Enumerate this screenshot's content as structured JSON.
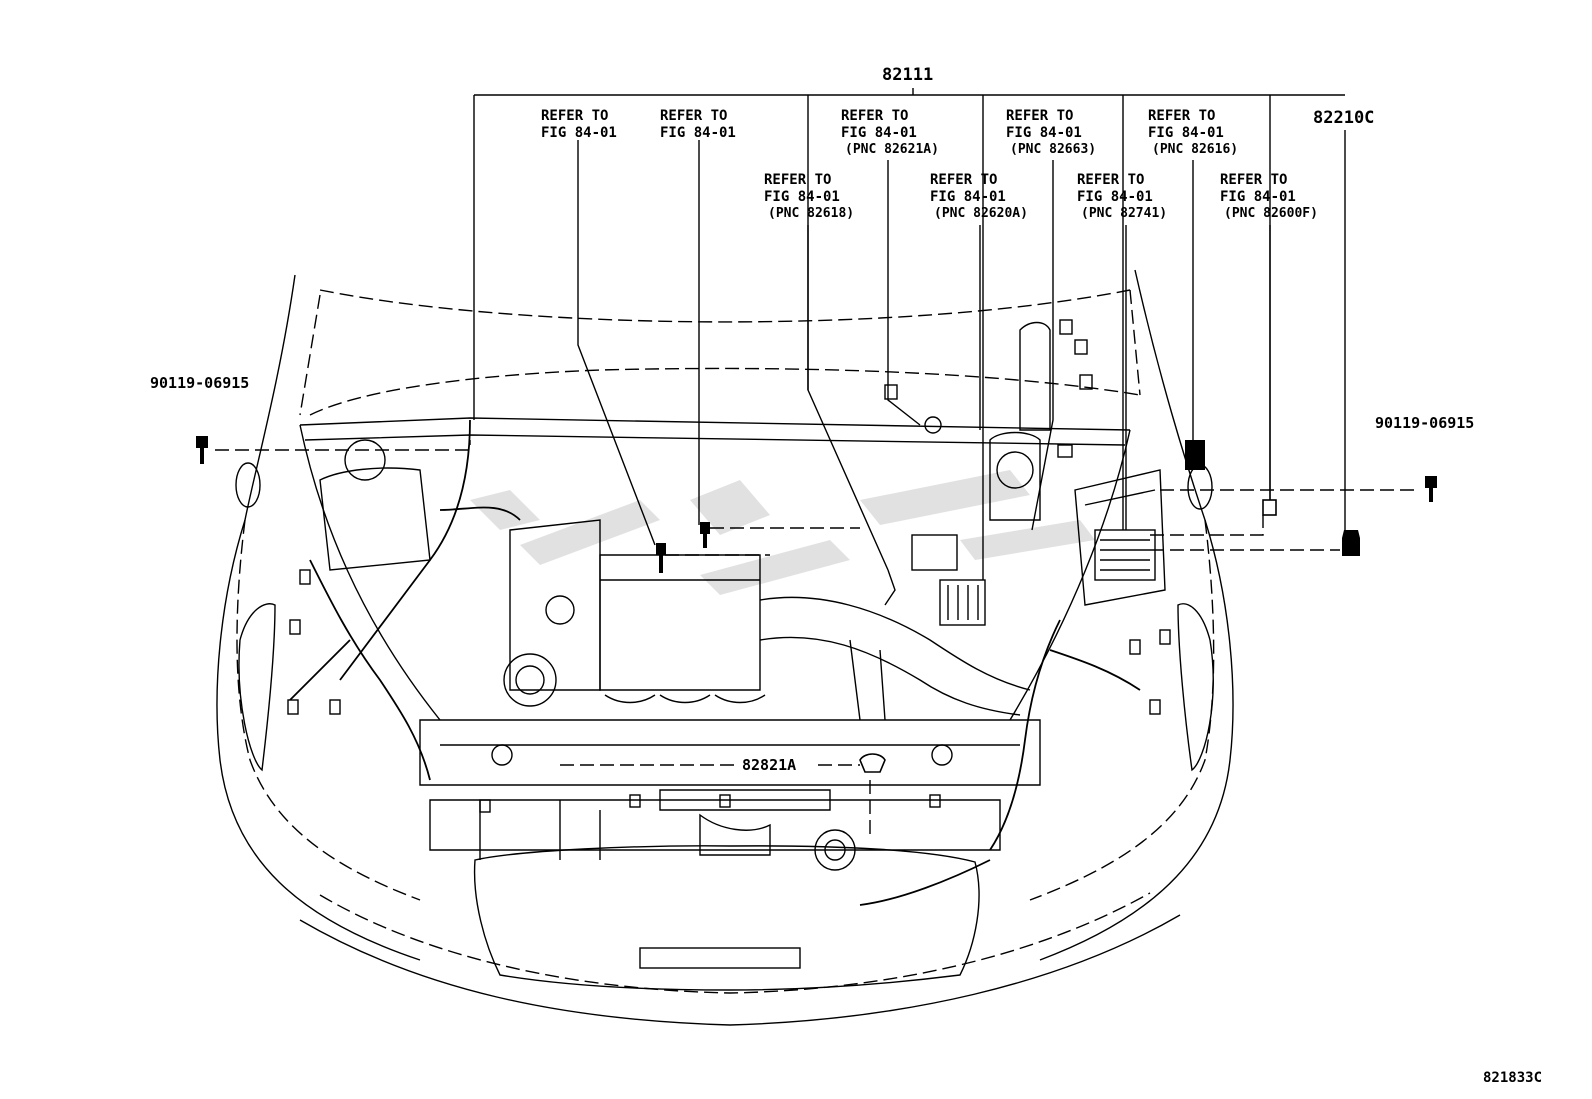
{
  "diagram": {
    "part_labels": {
      "harness_main": "82111",
      "harness_right": "82210C",
      "bolt_left": "90119-06915",
      "bolt_right": "90119-06915",
      "clamp_front": "82821A",
      "illustration_code": "821833C"
    },
    "refer_notes": [
      {
        "line1": "REFER TO",
        "line2": "FIG 84-01",
        "line3": ""
      },
      {
        "line1": "REFER TO",
        "line2": "FIG 84-01",
        "line3": ""
      },
      {
        "line1": "REFER TO",
        "line2": "FIG 84-01",
        "line3": "(PNC 82621A)"
      },
      {
        "line1": "REFER TO",
        "line2": "FIG 84-01",
        "line3": "(PNC 82663)"
      },
      {
        "line1": "REFER TO",
        "line2": "FIG 84-01",
        "line3": "(PNC 82616)"
      },
      {
        "line1": "REFER TO",
        "line2": "FIG 84-01",
        "line3": "(PNC 82618)"
      },
      {
        "line1": "REFER TO",
        "line2": "FIG 84-01",
        "line3": "(PNC 82620A)"
      },
      {
        "line1": "REFER TO",
        "line2": "FIG 84-01",
        "line3": "(PNC 82741)"
      },
      {
        "line1": "REFER TO",
        "line2": "FIG 84-01",
        "line3": "(PNC 82600F)"
      }
    ]
  }
}
